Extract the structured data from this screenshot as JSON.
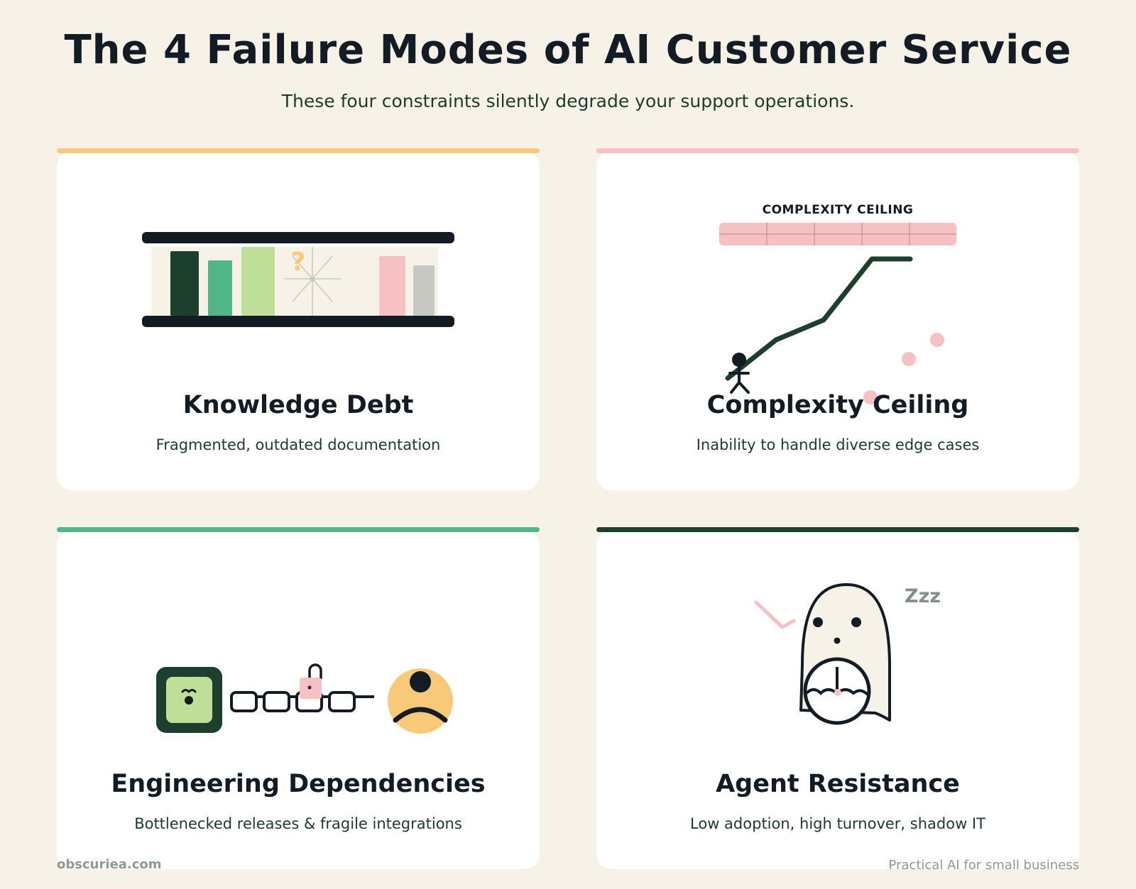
{
  "header": {
    "title": "The 4 Failure Modes of AI Customer Service",
    "subtitle": "These four constraints silently degrade your support operations."
  },
  "cards": [
    {
      "title": "Knowledge Debt",
      "description": "Fragmented, outdated documentation",
      "accent": "#F9C97A",
      "icon": "bookshelf-icon",
      "illustration_text": "?"
    },
    {
      "title": "Complexity Ceiling",
      "description": "Inability to handle diverse edge cases",
      "accent": "#F7C1C4",
      "icon": "climbing-graph-icon",
      "illustration_text": "COMPLEXITY CEILING"
    },
    {
      "title": "Engineering Dependencies",
      "description": "Bottlenecked releases & fragile integrations",
      "accent": "#52B788",
      "icon": "chained-lock-icon"
    },
    {
      "title": "Agent Resistance",
      "description": "Low adoption, high turnover, shadow IT",
      "accent": "#1D3F2D",
      "icon": "sleepy-agent-icon",
      "illustration_text": "Zzz"
    }
  ],
  "footer": {
    "left": "obscuriea.com",
    "right": "Practical AI for small business"
  },
  "colors": {
    "background": "#F6F2E8",
    "ink": "#131B25",
    "dark_green": "#1D3F2D",
    "green": "#52B788",
    "light_green": "#BFDF98",
    "pink": "#F7C1C4",
    "yellow": "#F9C97A",
    "grey": "#C8C8C2"
  }
}
